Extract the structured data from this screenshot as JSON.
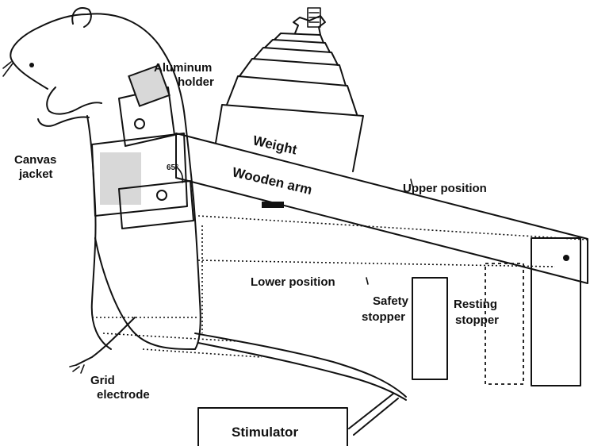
{
  "labels": {
    "aluminum_holder_1": "Aluminum",
    "aluminum_holder_2": "holder",
    "canvas_jacket_1": "Canvas",
    "canvas_jacket_2": "jacket",
    "angle": "65°",
    "weight": "Weight",
    "wooden_arm": "Wooden arm",
    "upper_position": "Upper position",
    "lower_position": "Lower position",
    "safety_stopper_1": "Safety",
    "safety_stopper_2": "stopper",
    "resting_stopper_1": "Resting",
    "resting_stopper_2": "stopper",
    "grid_electrode_1": "Grid",
    "grid_electrode_2": "electrode",
    "stimulator": "Stimulator"
  }
}
